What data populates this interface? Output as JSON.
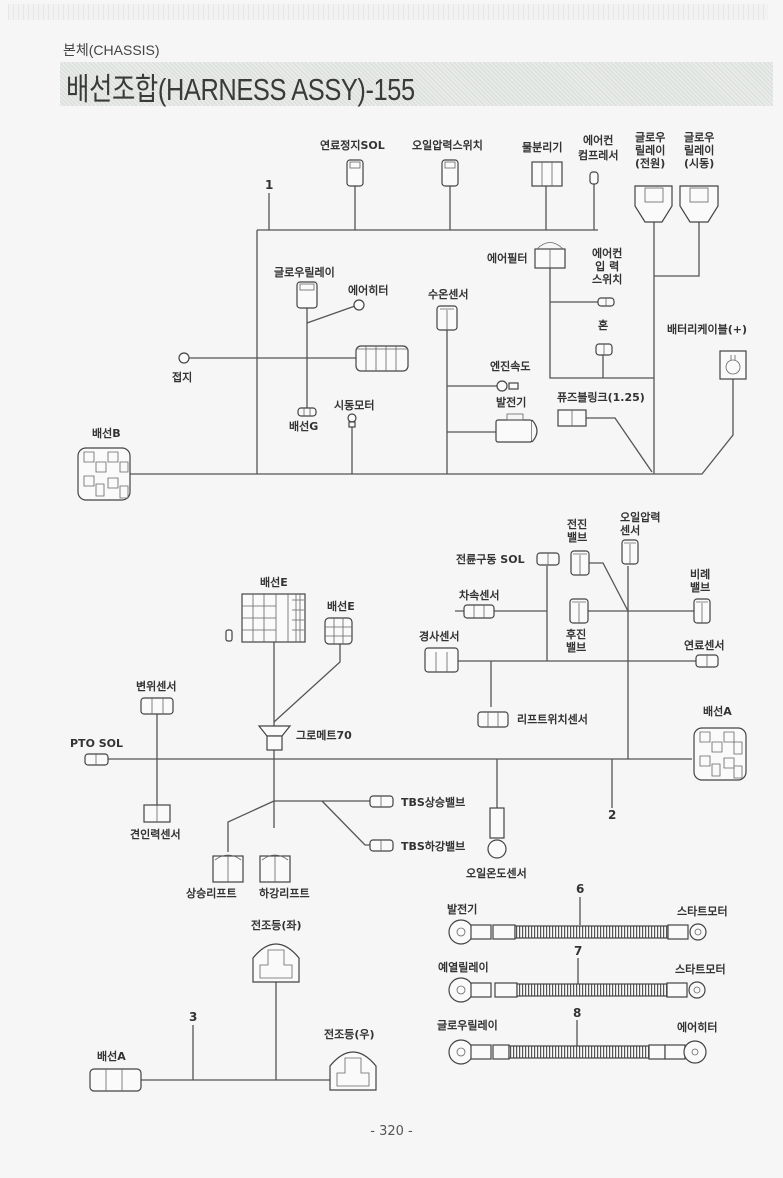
{
  "header": {
    "section": "본체(CHASSIS)",
    "title": "배선조합(HARNESS ASSY)-155"
  },
  "harness_1": {
    "callout": "1",
    "components": {
      "fuel_stop_sol": "연료정지SOL",
      "oil_pressure_switch": "오일압력스위치",
      "water_separator": "물분리기",
      "aircon_compressor": [
        "에어컨",
        "컴프레서"
      ],
      "glow_relay_power": [
        "글로우",
        "릴레이",
        "(전원)"
      ],
      "glow_relay_start": [
        "글로우",
        "릴레이",
        "(시동)"
      ],
      "air_filter": "에어필터",
      "aircon_input_switch": [
        "에어컨",
        "입  력",
        "스위치"
      ],
      "glow_relay": "글로우릴레이",
      "air_heater": "에어히터",
      "water_temp_sensor": "수온센서",
      "horn": "혼",
      "battery_cable": "배터리케이블(+)",
      "ground": "접지",
      "engine_speed": "엔진속도",
      "alternator": "발전기",
      "fusible_link": "퓨즈블링크(1.25)",
      "harness_g": "배선G",
      "starter_motor": "시동모터",
      "harness_b": "배선B"
    }
  },
  "harness_2": {
    "callout": "2",
    "components": {
      "forward_valve": [
        "전진",
        "밸브"
      ],
      "oil_pressure_sensor": [
        "오일압력",
        "센서"
      ],
      "front_drive_sol": "전륜구동 SOL",
      "proportional_valve": [
        "비례",
        "밸브"
      ],
      "vehicle_speed_sensor": "차속센서",
      "reverse_valve": [
        "후진",
        "밸브"
      ],
      "tilt_sensor": "경사센서",
      "fuel_sensor": "연료센서",
      "harness_e_main": "배선E",
      "harness_e_sub": "배선E",
      "displacement_sensor": "변위센서",
      "lift_switch_sensor": "리프트위치센서",
      "harness_a": "배선A",
      "grommet": "그로메트70",
      "pto_sol": "PTO SOL",
      "tbs_up_valve": "TBS상승밸브",
      "tbs_down_valve": "TBS하강밸브",
      "draft_sensor": "견인력센서",
      "oil_temp_sensor": "오일온도센서",
      "lift_up": "상승리프트",
      "lift_down": "하강리프트"
    }
  },
  "harness_3": {
    "callout": "3",
    "components": {
      "headlamp_left": "전조등(좌)",
      "headlamp_right": "전조등(우)",
      "harness_a": "배선A"
    }
  },
  "cables": [
    {
      "callout": "6",
      "from": "발전기",
      "to": "스타트모터"
    },
    {
      "callout": "7",
      "from": "예열릴레이",
      "to": "스타트모터"
    },
    {
      "callout": "8",
      "from": "글로우릴레이",
      "to": "에어히터"
    }
  ],
  "footer": {
    "page_number": "- 320 -"
  }
}
